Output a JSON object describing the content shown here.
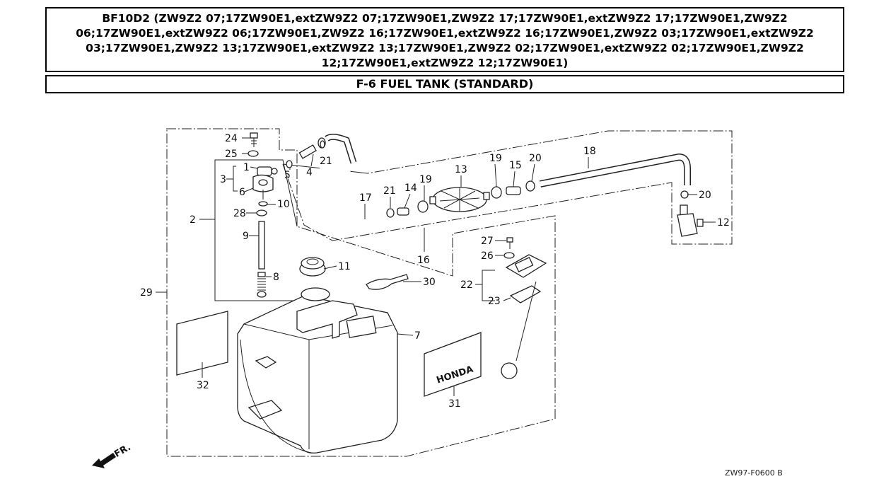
{
  "header": {
    "model_line": "BF10D2 (ZW9Z2 07;17ZW90E1,extZW9Z2 07;17ZW90E1,ZW9Z2 17;17ZW90E1,extZW9Z2 17;17ZW90E1,ZW9Z2 06;17ZW90E1,extZW9Z2 06;17ZW90E1,ZW9Z2 16;17ZW90E1,extZW9Z2 16;17ZW90E1,ZW9Z2 03;17ZW90E1,extZW9Z2 03;17ZW90E1,ZW9Z2 13;17ZW90E1,extZW9Z2 13;17ZW90E1,ZW9Z2 02;17ZW90E1,extZW9Z2 02;17ZW90E1,ZW9Z2 12;17ZW90E1,extZW9Z2 12;17ZW90E1)",
    "section_title": "F-6 FUEL TANK (STANDARD)"
  },
  "diagram": {
    "callouts": {
      "c1": "1",
      "c2": "2",
      "c3": "3",
      "c4": "4",
      "c5": "5",
      "c6": "6",
      "c7": "7",
      "c8": "8",
      "c9": "9",
      "c10": "10",
      "c11": "11",
      "c12": "12",
      "c13": "13",
      "c14": "14",
      "c15": "15",
      "c16": "16",
      "c17": "17",
      "c18": "18",
      "c19a": "19",
      "c19b": "19",
      "c20a": "20",
      "c20b": "20",
      "c21a": "21",
      "c21b": "21",
      "c22": "22",
      "c23": "23",
      "c24": "24",
      "c25": "25",
      "c26": "26",
      "c27": "27",
      "c28": "28",
      "c29": "29",
      "c30": "30",
      "c31": "31",
      "c32": "32"
    },
    "front_label": "FR.",
    "brand_label": "HONDA",
    "drawing_code": "ZW97-F0600 B"
  }
}
